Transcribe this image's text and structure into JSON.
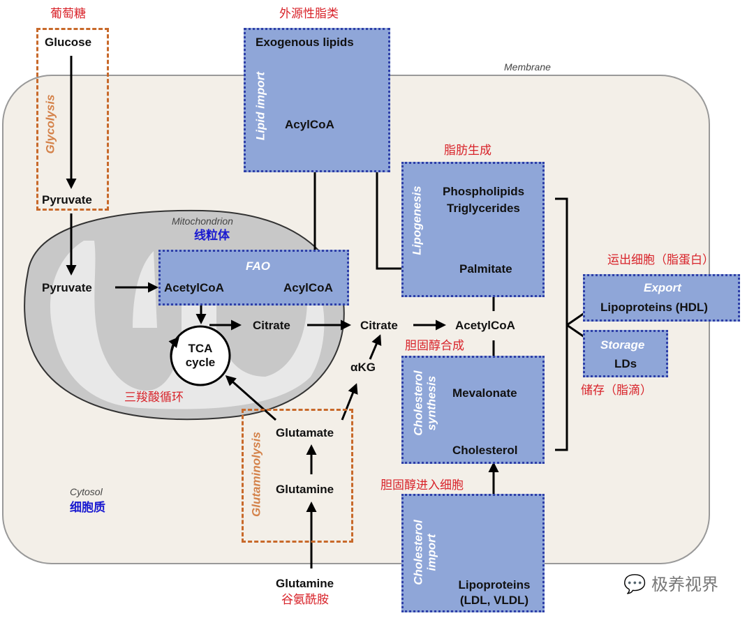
{
  "chinese": {
    "glucose": "葡萄糖",
    "exogenous": "外源性脂类",
    "lipogenesis": "脂肪生成",
    "export": "运出细胞（脂蛋白）",
    "storage": "储存（脂滴）",
    "cholesterol_synth": "胆固醇合成",
    "cholesterol_import": "胆固醇进入细胞",
    "tca": "三羧酸循环",
    "mito": "线粒体",
    "cytosol": "细胞质",
    "glutamine": "谷氨酰胺"
  },
  "regions": {
    "membrane": "Membrane",
    "mitochondrion": "Mitochondrion",
    "cytosol": "Cytosol"
  },
  "pathways": {
    "glycolysis": "Glycolysis",
    "lipid_import": "Lipid import",
    "fao": "FAO",
    "lipogenesis": "Lipogenesis",
    "export": "Export",
    "storage": "Storage",
    "cholesterol_synth_1": "Cholesterol",
    "cholesterol_synth_2": "synthesis",
    "glutaminolysis": "Glutaminolysis",
    "cholesterol_import_1": "Cholesterol",
    "cholesterol_import_2": "import"
  },
  "metabolites": {
    "glucose": "Glucose",
    "pyruvate_cyto": "Pyruvate",
    "pyruvate_mito": "Pyruvate",
    "exogenous_lipids": "Exogenous lipids",
    "acylcoa_import": "AcylCoA",
    "acetylcoa_fao": "AcetylCoA",
    "acylcoa_fao": "AcylCoA",
    "tca_1": "TCA",
    "tca_2": "cycle",
    "citrate_mito": "Citrate",
    "citrate_cyto": "Citrate",
    "akg": "αKG",
    "acetylcoa_cyto": "AcetylCoA",
    "phospholipids": "Phospholipids",
    "triglycerides": "Triglycerides",
    "palmitate": "Palmitate",
    "mevalonate": "Mevalonate",
    "cholesterol": "Cholesterol",
    "glutamate": "Glutamate",
    "glutamine_in": "Glutamine",
    "glutamine_out": "Glutamine",
    "lipoproteins_ldl_1": "Lipoproteins",
    "lipoproteins_ldl_2": "(LDL, VLDL)",
    "lipoproteins_hdl": "Lipoproteins (HDL)",
    "lds": "LDs"
  },
  "watermark": "极养视界",
  "colors": {
    "blue_box": "#8fa6d8",
    "blue_border": "#2e3fa8",
    "orange": "#c8692a",
    "red_text": "#d8232a",
    "cell": "#f3efe8",
    "mito": "#c8c8c8"
  }
}
